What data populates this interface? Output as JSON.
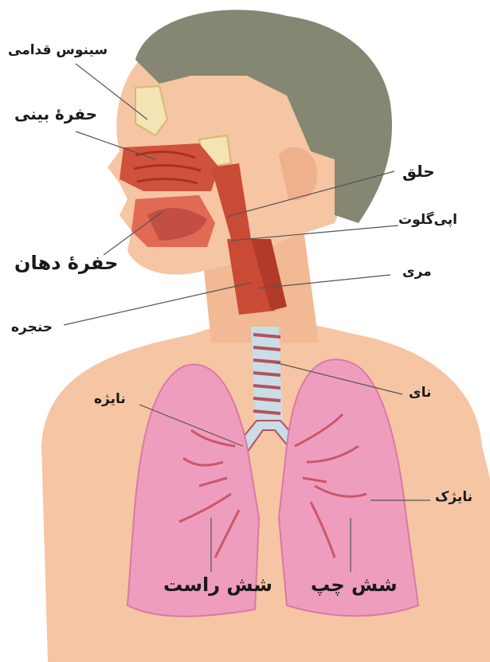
{
  "labels": {
    "frontal_sinus": "سینوس قدامی",
    "nasal_cavity": "حفرهٔ بینی",
    "pharynx": "حلق",
    "epiglottis": "اپی‌گلوت",
    "oral_cavity": "حفرهٔ دهان",
    "esophagus": "مری",
    "larynx": "حنجره",
    "trachea": "نای",
    "bronchus": "نایژه",
    "bronchiole": "نایژک",
    "right_lung": "شش راست",
    "left_lung": "شش چپ"
  },
  "colors": {
    "skin": "#f6c5a3",
    "hair": "#858772",
    "airway": "#c94a35",
    "sinus": "#f3e3b5",
    "lung": "#ef9dbf",
    "trachea_ring": "#c8dde6"
  }
}
